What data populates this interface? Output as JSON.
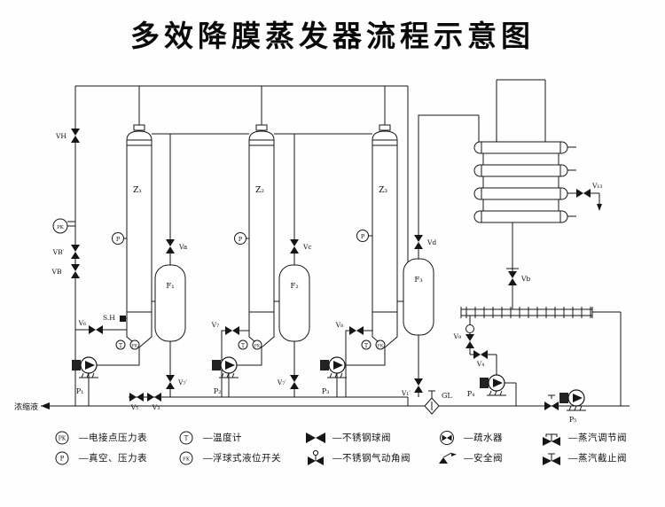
{
  "title": "多效降膜蒸发器流程示意图",
  "diagram": {
    "evaporators": {
      "z1": "Z₁",
      "z2": "Z₂",
      "z3": "Z₃"
    },
    "separators": {
      "f1": "F₁",
      "f2": "F₂",
      "f3": "F₃"
    },
    "pumps": {
      "p1": "P₁",
      "p2": "P₂",
      "p3": "P₃",
      "p4": "P₄",
      "p5": "P₅"
    },
    "instruments": {
      "pk": "PK",
      "p": "P",
      "t": "T",
      "fk": "FK"
    },
    "valves": {
      "vh": "VH",
      "vbp": "VB′",
      "vbl": "VB",
      "va": "Va",
      "vc": "Vc",
      "vd": "Vd",
      "v6": "V₆",
      "v5": "V₅",
      "v3": "V₃",
      "v7p": "V₇′",
      "v7": "V₇",
      "v8": "V₈",
      "v9": "V₉",
      "v4": "V₄",
      "vb": "Vb",
      "v13": "V₁₃",
      "v1p": "V₁′"
    },
    "annotations": {
      "sh": "S.H",
      "gl": "GL",
      "concentrate": "浓缩液"
    }
  },
  "legend": {
    "items": [
      {
        "symbol": "contact-pressure-gauge",
        "symbol_text": "PK",
        "label": "—电接点压力表"
      },
      {
        "symbol": "vacuum-pressure-gauge",
        "symbol_text": "P",
        "label": "—真空、压力表"
      },
      {
        "symbol": "thermometer",
        "symbol_text": "T",
        "label": "—温度计"
      },
      {
        "symbol": "float-level-switch",
        "symbol_text": "FK",
        "label": "—浮球式液位开关"
      },
      {
        "symbol": "ball-valve",
        "label": "—不锈钢球阀"
      },
      {
        "symbol": "pneumatic-angle-valve",
        "label": "—不锈钢气动角阀"
      },
      {
        "symbol": "steam-trap",
        "label": "—疏水器"
      },
      {
        "symbol": "safety-valve",
        "label": "—安全阀"
      },
      {
        "symbol": "steam-regulating-valve",
        "label": "—蒸汽调节阀"
      },
      {
        "symbol": "steam-stop-valve",
        "label": "—蒸汽截止阀"
      }
    ]
  }
}
